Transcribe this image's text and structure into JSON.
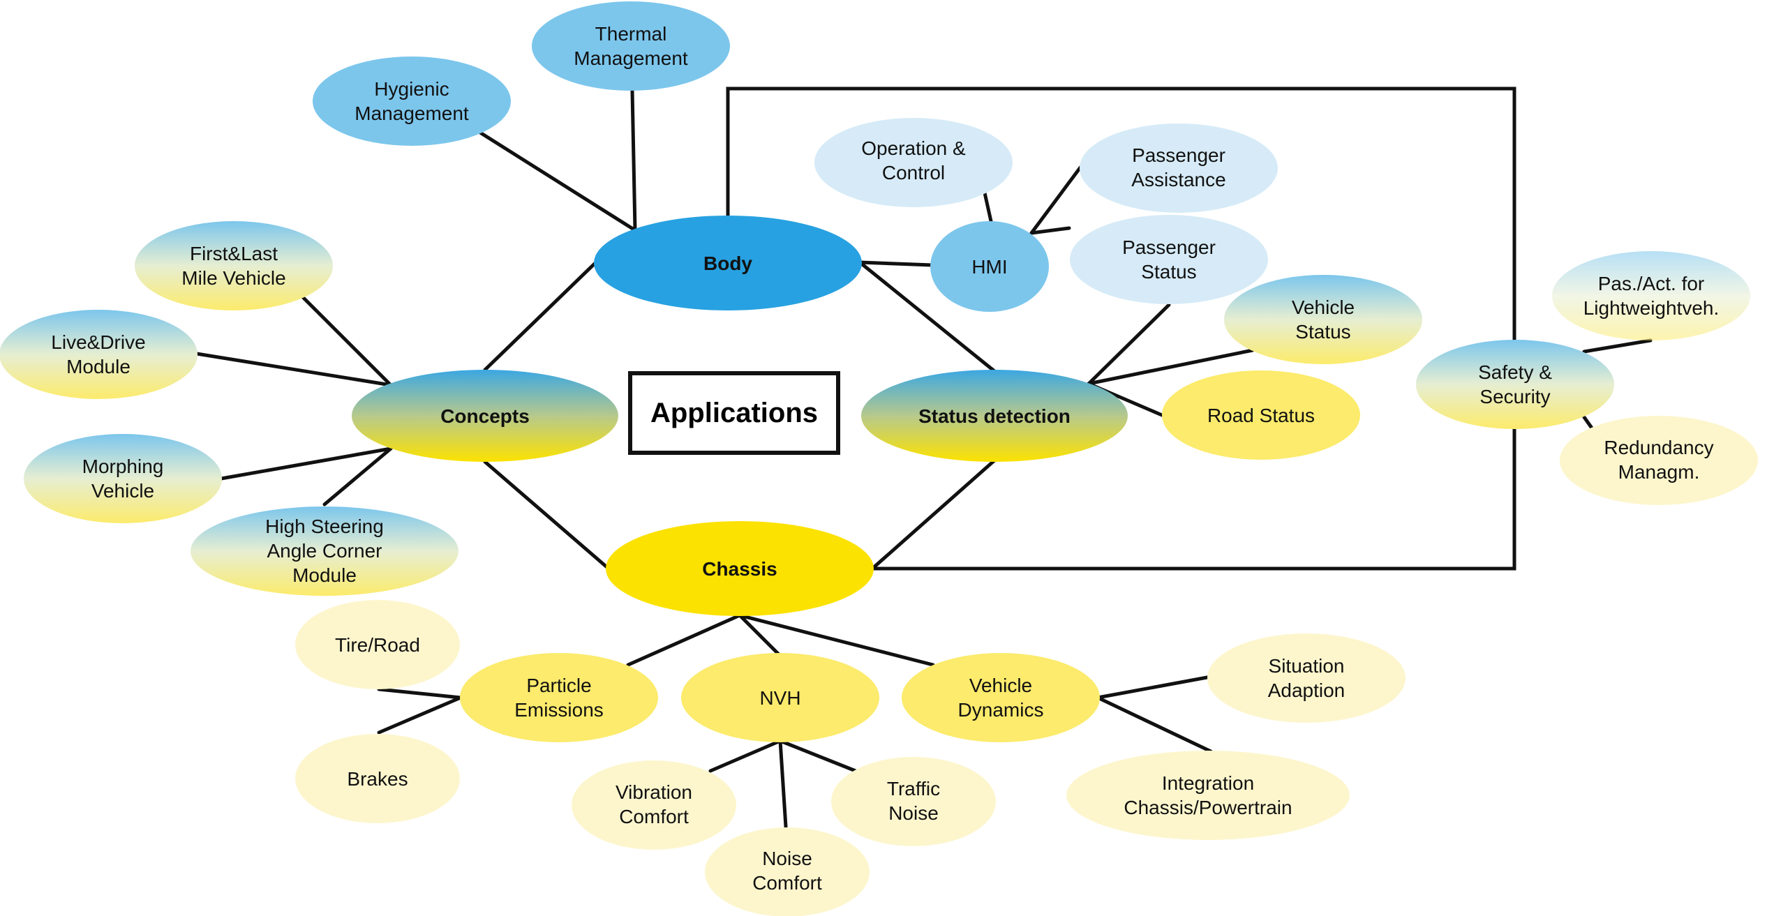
{
  "title": "Applications",
  "colors": {
    "blue_main": "#27A1E1",
    "blue_light": "#7CC6EC",
    "blue_pale": "#D6EBF7",
    "yellow_main": "#FCE200",
    "yellow_mid": "#FCEB6C",
    "yellow_pale": "#FDF6CD",
    "line": "#111111"
  },
  "nodes": {
    "body": "Body",
    "concepts": "Concepts",
    "status_detection": "Status detection",
    "chassis": "Chassis",
    "hygienic_management": [
      "Hygienic",
      "Management"
    ],
    "thermal_management": [
      "Thermal",
      "Management"
    ],
    "hmi": "HMI",
    "operation_control": [
      "Operation &",
      "Control"
    ],
    "passenger_assistance": [
      "Passenger",
      "Assistance"
    ],
    "passenger_status": [
      "Passenger",
      "Status"
    ],
    "vehicle_status": [
      "Vehicle",
      "Status"
    ],
    "road_status": "Road Status",
    "first_last_mile": [
      "First&Last",
      "Mile Vehicle"
    ],
    "live_drive": [
      "Live&Drive",
      "Module"
    ],
    "morphing_vehicle": [
      "Morphing",
      "Vehicle"
    ],
    "high_steering": [
      "High Steering",
      "Angle Corner",
      "Module"
    ],
    "safety_security": [
      "Safety &",
      "Security"
    ],
    "pas_act": [
      "Pas./Act. for",
      "Lightweightveh."
    ],
    "redundancy": [
      "Redundancy",
      "Managm."
    ],
    "tire_road": "Tire/Road",
    "brakes": "Brakes",
    "particle_emissions": [
      "Particle",
      "Emissions"
    ],
    "nvh": "NVH",
    "vibration_comfort": [
      "Vibration",
      "Comfort"
    ],
    "noise_comfort": [
      "Noise",
      "Comfort"
    ],
    "traffic_noise": [
      "Traffic",
      "Noise"
    ],
    "vehicle_dynamics": [
      "Vehicle",
      "Dynamics"
    ],
    "situation_adaption": [
      "Situation",
      "Adaption"
    ],
    "integration": [
      "Integration",
      "Chassis/Powertrain"
    ]
  }
}
